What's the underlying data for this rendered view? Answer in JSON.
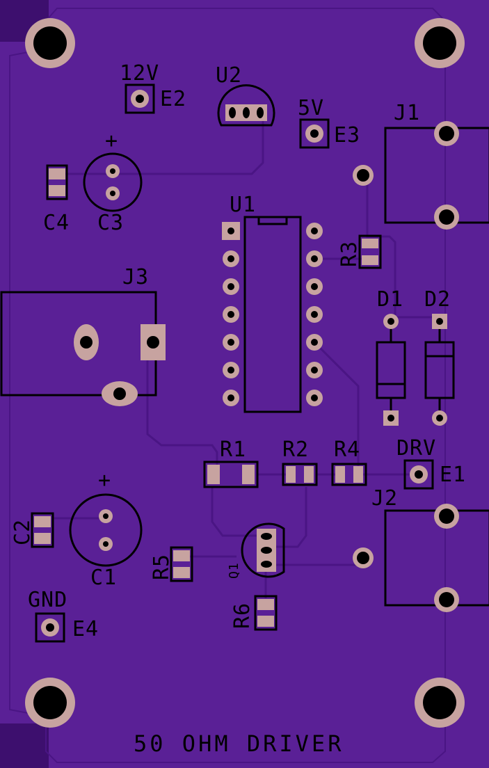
{
  "board": {
    "title": "50 OHM DRIVER",
    "colors": {
      "background": "#3d0f6e",
      "soldermask": "#5a2096",
      "trace": "#4a1584",
      "copper_pad": "#c7a3a0",
      "silkscreen": "#000000"
    }
  },
  "labels": {
    "e2_net": "12V",
    "e2_ref": "E2",
    "u2_ref": "U2",
    "e3_net": "5V",
    "e3_ref": "E3",
    "j1_ref": "J1",
    "c3_plus": "+",
    "c4_ref": "C4",
    "c3_ref": "C3",
    "u1_ref": "U1",
    "r3_ref": "R3",
    "j3_ref": "J3",
    "d1_ref": "D1",
    "d2_ref": "D2",
    "r1_ref": "R1",
    "r2_ref": "R2",
    "r4_ref": "R4",
    "e1_net": "DRV",
    "e1_ref": "E1",
    "c1_plus": "+",
    "j2_ref": "J2",
    "c2_ref": "C2",
    "c1_ref": "C1",
    "r5_ref": "R5",
    "q1_ref": "Q1",
    "r6_ref": "R6",
    "e4_net": "GND",
    "e4_ref": "E4"
  }
}
